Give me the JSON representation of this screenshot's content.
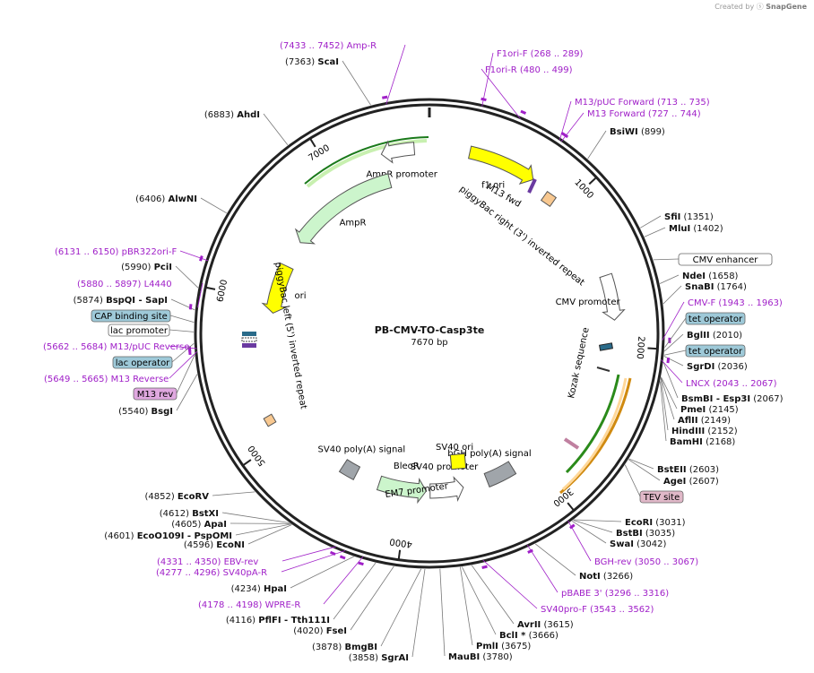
{
  "credit": {
    "prefix": "Created by",
    "brand": "SnapGene"
  },
  "plasmid": {
    "name": "PB-CMV-TO-Casp3te",
    "length_label": "7670 bp",
    "total_bp": 7670
  },
  "scale_labels": [
    {
      "bp": 1000,
      "text": "1000"
    },
    {
      "bp": 2000,
      "text": "2000"
    },
    {
      "bp": 3000,
      "text": "3000"
    },
    {
      "bp": 4000,
      "text": "4000"
    },
    {
      "bp": 5000,
      "text": "5000"
    },
    {
      "bp": 6000,
      "text": "6000"
    },
    {
      "bp": 7000,
      "text": "7000"
    }
  ],
  "features": [
    {
      "id": "f1ori",
      "label": "f1 ori",
      "start": 268,
      "end": 724,
      "dir": "fwd",
      "color": "#ffff00",
      "ring": 1
    },
    {
      "id": "ampr-promoter",
      "label": "AmpR promoter",
      "start": 7350,
      "end": 7570,
      "dir": "rev",
      "color": "#ffffff",
      "ring": 1
    },
    {
      "id": "ampr",
      "label": "AmpR",
      "start": 6500,
      "end": 7360,
      "dir": "rev",
      "color": "#ccf5cc",
      "ring": 2
    },
    {
      "id": "ori",
      "label": "ori",
      "start": 5910,
      "end": 6290,
      "dir": "rev",
      "color": "#ffff00",
      "ring": 2
    },
    {
      "id": "cmv-promoter",
      "label": "CMV promoter",
      "start": 1530,
      "end": 1830,
      "dir": "fwd",
      "color": "#ffffff",
      "ring": 1
    },
    {
      "id": "bgh",
      "label": "bGH poly(A) signal",
      "start": 3160,
      "end": 3380,
      "dir": "none",
      "color": "#a0a5aa",
      "ring": 2
    },
    {
      "id": "sv40-promoter",
      "label": "SV40 promoter",
      "start": 3570,
      "end": 3830,
      "dir": "rev",
      "color": "#ffffff",
      "ring": 2
    },
    {
      "id": "bleor",
      "label": "BleoR",
      "start": 3860,
      "end": 4230,
      "dir": "rev",
      "color": "#ccf5cc",
      "ring": 2
    },
    {
      "id": "sv40-polya",
      "label": "SV40 poly(A) signal",
      "start": 4420,
      "end": 4540,
      "dir": "none",
      "color": "#a0a5aa",
      "ring": 2
    }
  ],
  "small_features": [
    {
      "id": "sv40-ori",
      "label": "SV40 ori",
      "bp": 3640
    },
    {
      "id": "em7",
      "label": "EM7 promoter",
      "bp": 3850
    },
    {
      "id": "kozak",
      "label": "Kozak sequence",
      "bp": 2180
    },
    {
      "id": "m13fwd",
      "label": "M13 fwd",
      "bp": 760
    },
    {
      "id": "pb-right",
      "label": "piggyBac right (3') inverted repeat",
      "bp": 1000
    },
    {
      "id": "pb-left",
      "label": "piggyBac left (5') inverted repeat",
      "bp": 5240
    }
  ],
  "enzymes_left": [
    {
      "pos": "(7363)",
      "name": "ScaI"
    },
    {
      "pos": "(6883)",
      "name": "AhdI"
    },
    {
      "pos": "(6406)",
      "name": "AlwNI"
    },
    {
      "pos": "(5990)",
      "name": "PciI"
    },
    {
      "pos": "(5874)",
      "name": "BspQI",
      "extra": "SapI"
    },
    {
      "pos": "(5540)",
      "name": "BsgI"
    },
    {
      "pos": "(4852)",
      "name": "EcoRV"
    },
    {
      "pos": "(4612)",
      "name": "BstXI"
    },
    {
      "pos": "(4605)",
      "name": "ApaI"
    },
    {
      "pos": "(4601)",
      "name": "EcoO109I",
      "extra": "PspOMI"
    },
    {
      "pos": "(4596)",
      "name": "EcoNI"
    },
    {
      "pos": "(4234)",
      "name": "HpaI"
    },
    {
      "pos": "(4116)",
      "name": "PflFI",
      "extra": "Tth111I"
    },
    {
      "pos": "(4020)",
      "name": "FseI"
    },
    {
      "pos": "(3878)",
      "name": "BmgBI"
    },
    {
      "pos": "(3858)",
      "name": "SgrAI"
    }
  ],
  "enzymes_right": [
    {
      "name": "BsiWI",
      "pos": "(899)"
    },
    {
      "name": "SfiI",
      "pos": "(1351)"
    },
    {
      "name": "MluI",
      "pos": "(1402)"
    },
    {
      "name": "NdeI",
      "pos": "(1658)"
    },
    {
      "name": "SnaBI",
      "pos": "(1764)"
    },
    {
      "name": "BglII",
      "pos": "(2010)"
    },
    {
      "name": "SgrDI",
      "pos": "(2036)"
    },
    {
      "name": "BsmBI",
      "extra": "Esp3I",
      "pos": "(2067)"
    },
    {
      "name": "PmeI",
      "pos": "(2145)"
    },
    {
      "name": "AflII",
      "pos": "(2149)"
    },
    {
      "name": "HindIII",
      "pos": "(2152)"
    },
    {
      "name": "BamHI",
      "pos": "(2168)"
    },
    {
      "name": "BstEII",
      "pos": "(2603)"
    },
    {
      "name": "AgeI",
      "pos": "(2607)"
    },
    {
      "name": "EcoRI",
      "pos": "(3031)"
    },
    {
      "name": "BstBI",
      "pos": "(3035)"
    },
    {
      "name": "SwaI",
      "pos": "(3042)"
    },
    {
      "name": "NotI",
      "pos": "(3266)"
    },
    {
      "name": "AvrII",
      "pos": "(3615)"
    },
    {
      "name": "BclI *",
      "pos": "(3666)"
    },
    {
      "name": "PmlI",
      "pos": "(3675)"
    },
    {
      "name": "MauBI",
      "pos": "(3780)"
    }
  ],
  "primers": [
    {
      "range": "(7433 .. 7452)",
      "name": "Amp-R"
    },
    {
      "range": "(268 .. 289)",
      "name": "F1ori-F"
    },
    {
      "range": "(480 .. 499)",
      "name": "F1ori-R"
    },
    {
      "range": "(713 .. 735)",
      "name": "M13/pUC Forward"
    },
    {
      "range": "(727 .. 744)",
      "name": "M13 Forward"
    },
    {
      "range": "(6131 .. 6150)",
      "name": "pBR322ori-F"
    },
    {
      "range": "(5880 .. 5897)",
      "name": "L4440"
    },
    {
      "range": "(5662 .. 5684)",
      "name": "M13/pUC Reverse"
    },
    {
      "range": "(5649 .. 5665)",
      "name": "M13 Reverse"
    },
    {
      "range": "(1943 .. 1963)",
      "name": "CMV-F"
    },
    {
      "range": "(2043 .. 2067)",
      "name": "LNCX"
    },
    {
      "range": "(3050 .. 3067)",
      "name": "BGH-rev"
    },
    {
      "range": "(3296 .. 3316)",
      "name": "pBABE 3'"
    },
    {
      "range": "(3543 .. 3562)",
      "name": "SV40pro-F"
    },
    {
      "range": "(4331 .. 4350)",
      "name": "EBV-rev"
    },
    {
      "range": "(4277 .. 4296)",
      "name": "SV40pA-R"
    },
    {
      "range": "(4178 .. 4198)",
      "name": "WPRE-R"
    }
  ],
  "boxed_labels": [
    {
      "text": "CMV enhancer",
      "fill": "#ffffff"
    },
    {
      "text": "tet operator",
      "fill": "#9ec9d8"
    },
    {
      "text": "tet operator",
      "fill": "#9ec9d8"
    },
    {
      "text": "CAP binding site",
      "fill": "#9ec9d8"
    },
    {
      "text": "lac promoter",
      "fill": "#ffffff"
    },
    {
      "text": "lac operator",
      "fill": "#9ec9d8"
    },
    {
      "text": "M13 rev",
      "fill": "#e0a8e0"
    },
    {
      "text": "TEV site",
      "fill": "#e0b8c8"
    }
  ]
}
